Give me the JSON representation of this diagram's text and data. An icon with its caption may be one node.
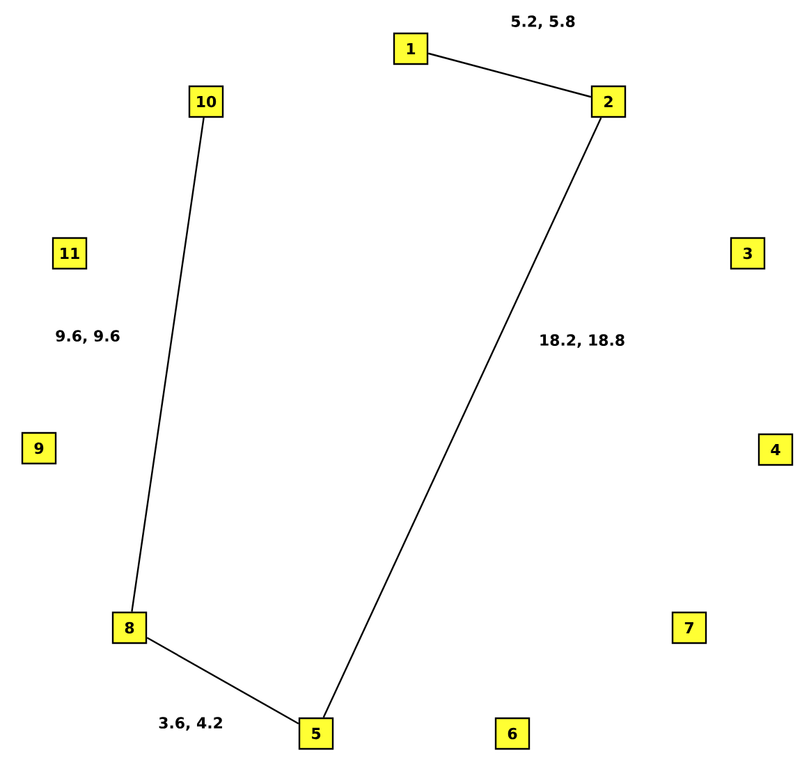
{
  "diagram": {
    "nodes": [
      {
        "text": [
          "1"
        ]
      },
      {
        "text": [
          "2"
        ]
      },
      {
        "text": [
          "3"
        ]
      },
      {
        "text": [
          "4"
        ]
      },
      {
        "text": [
          "5"
        ]
      },
      {
        "text": [
          "6"
        ]
      },
      {
        "text": [
          "7"
        ]
      },
      {
        "text": [
          "8"
        ]
      },
      {
        "text": [
          "9"
        ]
      },
      {
        "text": [
          "10"
        ]
      },
      {
        "text": [
          "11"
        ]
      }
    ],
    "edges": [
      {
        "from": 0,
        "to": 1,
        "arrow": "none",
        "label": "5.2, 5.8"
      },
      {
        "from": 1,
        "to": 4,
        "arrow": "none",
        "label": "18.2, 18.8"
      },
      {
        "from": 4,
        "to": 7,
        "arrow": "none",
        "label": "3.6, 4.2"
      },
      {
        "from": 7,
        "to": 9,
        "arrow": "none",
        "label": "9.6, 9.6"
      }
    ]
  }
}
